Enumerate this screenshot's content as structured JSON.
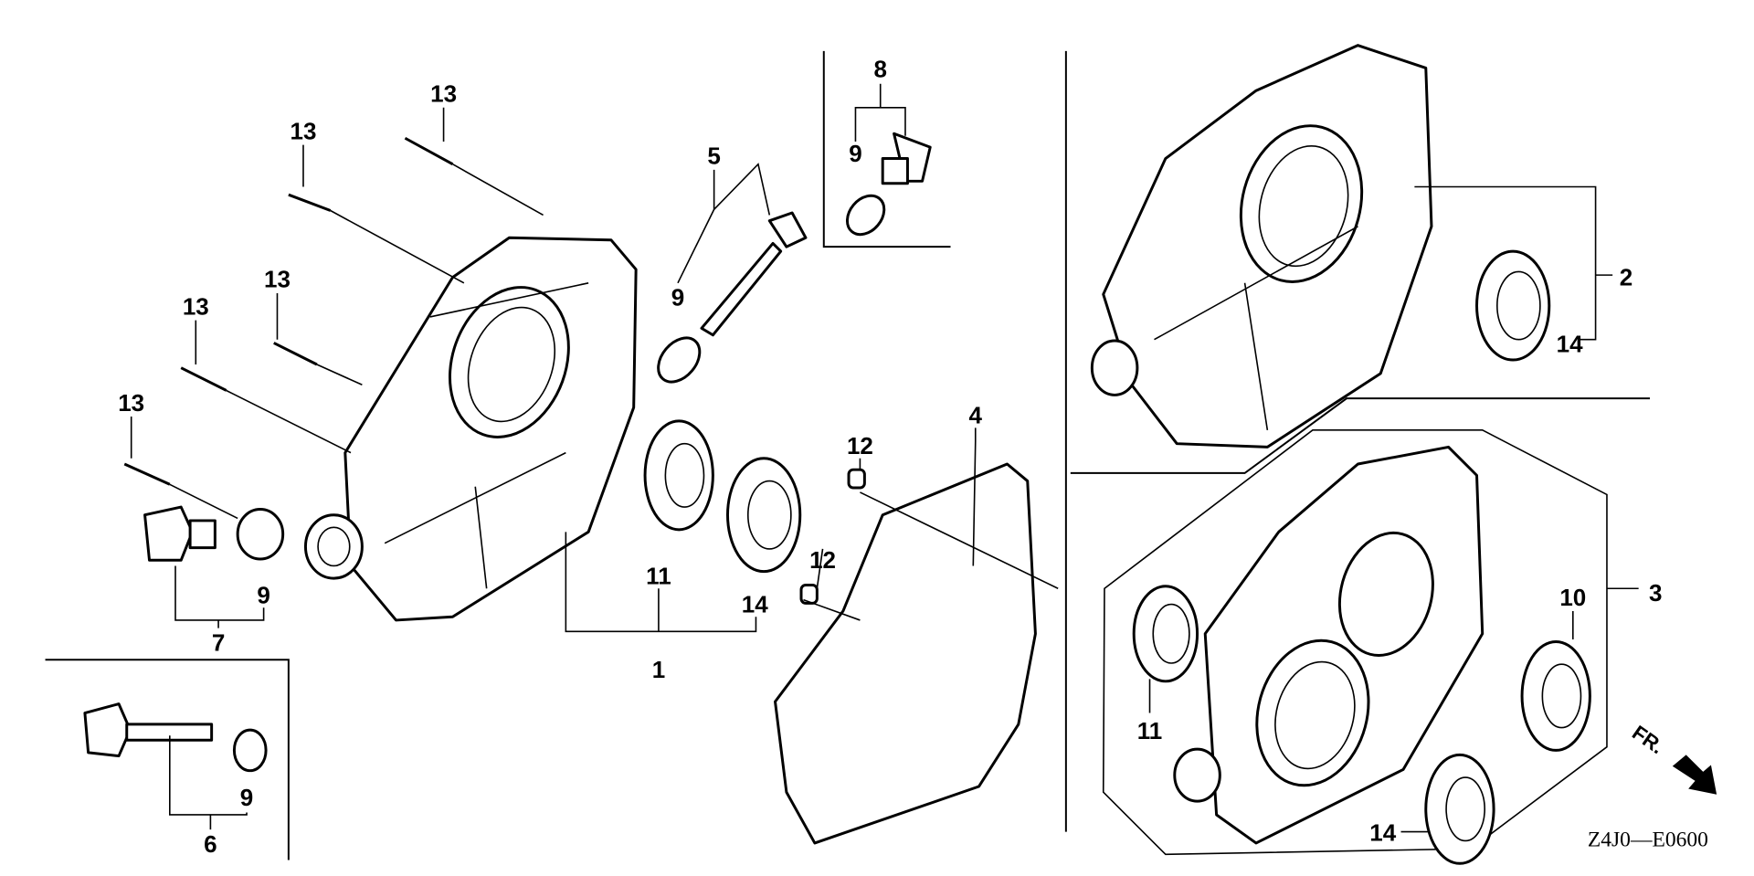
{
  "diagram": {
    "code": "Z4J0—E0600",
    "direction_label": "FR.",
    "direction_icon": "arrow-down-right-icon",
    "callouts": {
      "c1": "1",
      "c2": "2",
      "c3": "3",
      "c4": "4",
      "c5": "5",
      "c6": "6",
      "c7": "7",
      "c8": "8",
      "c9a": "9",
      "c9b": "9",
      "c9c": "9",
      "c9d": "9",
      "c10": "10",
      "c11a": "11",
      "c11b": "11",
      "c12a": "12",
      "c12b": "12",
      "c13a": "13",
      "c13b": "13",
      "c13c": "13",
      "c13d": "13",
      "c13e": "13",
      "c14a": "14",
      "c14b": "14",
      "c14c": "14"
    }
  }
}
